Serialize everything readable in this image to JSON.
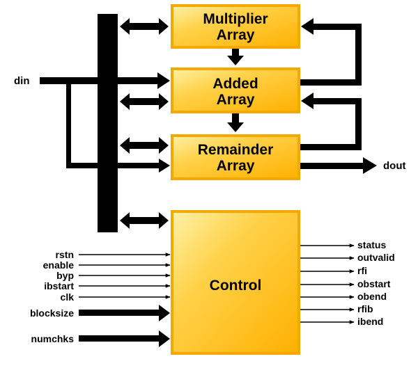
{
  "blocks": {
    "multiplier": {
      "line1": "Multiplier",
      "line2": "Array"
    },
    "added": {
      "line1": "Added",
      "line2": "Array"
    },
    "remainder": {
      "line1": "Remainder",
      "line2": "Array"
    },
    "control": {
      "label": "Control"
    }
  },
  "signals": {
    "din": "din",
    "dout": "dout",
    "inputs": [
      "rstn",
      "enable",
      "byp",
      "ibstart",
      "clk",
      "blocksize",
      "numchks"
    ],
    "outputs": [
      "status",
      "outvalid",
      "rfi",
      "obstart",
      "obend",
      "rfib",
      "ibend"
    ]
  },
  "colors": {
    "block_fill_light": "#FFE680",
    "block_fill_dark": "#FFB300",
    "block_border": "#F5A800",
    "wire": "#000000"
  }
}
